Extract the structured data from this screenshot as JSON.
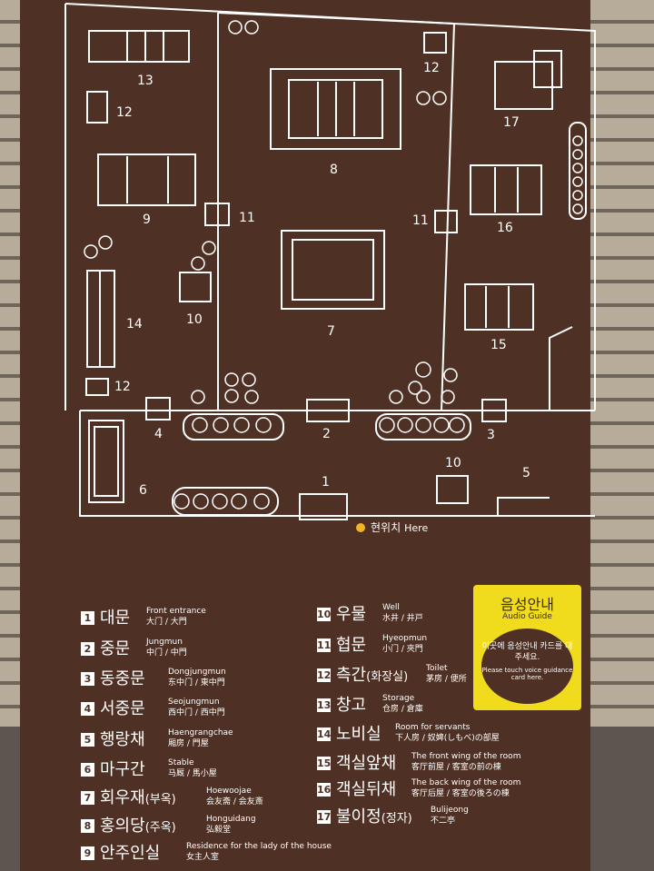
{
  "map": {
    "numbers": [
      "1",
      "2",
      "3",
      "4",
      "5",
      "6",
      "7",
      "8",
      "9",
      "10",
      "11",
      "11",
      "12",
      "12",
      "12",
      "13",
      "14",
      "15",
      "16",
      "17",
      "10"
    ],
    "here": {
      "ko": "현위치",
      "en": "Here",
      "color": "#f3b322"
    }
  },
  "legend": [
    {
      "num": "1",
      "ko": "대문",
      "paren": "",
      "en": "Front entrance",
      "cn": "大门 / 大門"
    },
    {
      "num": "2",
      "ko": "중문",
      "paren": "",
      "en": "Jungmun",
      "cn": "中门 / 中門"
    },
    {
      "num": "3",
      "ko": "동중문",
      "paren": "",
      "en": "Dongjungmun",
      "cn": "东中门 / 東中門"
    },
    {
      "num": "4",
      "ko": "서중문",
      "paren": "",
      "en": "Seojungmun",
      "cn": "西中门 / 西中門"
    },
    {
      "num": "5",
      "ko": "행랑채",
      "paren": "",
      "en": "Haengrangchae",
      "cn": "厢房 / 門屋"
    },
    {
      "num": "6",
      "ko": "마구간",
      "paren": "",
      "en": "Stable",
      "cn": "马厩 / 馬小屋"
    },
    {
      "num": "7",
      "ko": "회우재",
      "paren": "(부옥)",
      "en": "Hoewoojae",
      "cn": "会友斋 / 会友斎"
    },
    {
      "num": "8",
      "ko": "홍의당",
      "paren": "(주옥)",
      "en": "Honguidang",
      "cn": "弘毅堂"
    },
    {
      "num": "9",
      "ko": "안주인실",
      "paren": "",
      "en": "Residence for the lady of the house",
      "cn": "女主人室"
    },
    {
      "num": "10",
      "ko": "우물",
      "paren": "",
      "en": "Well",
      "cn": "水井 / 井戸"
    },
    {
      "num": "11",
      "ko": "협문",
      "paren": "",
      "en": "Hyeopmun",
      "cn": "小门 / 夾門"
    },
    {
      "num": "12",
      "ko": "측간",
      "paren": "(화장실)",
      "en": "Toilet",
      "cn": "茅房 / 便所"
    },
    {
      "num": "13",
      "ko": "창고",
      "paren": "",
      "en": "Storage",
      "cn": "仓房 / 倉庫"
    },
    {
      "num": "14",
      "ko": "노비실",
      "paren": "",
      "en": "Room for servants",
      "cn": "下人房 / 奴婢(しもべ)の部屋"
    },
    {
      "num": "15",
      "ko": "객실앞채",
      "paren": "",
      "en": "The front wing of the room",
      "cn": "客厅前屋 / 客室の前の棟"
    },
    {
      "num": "16",
      "ko": "객실뒤채",
      "paren": "",
      "en": "The back wing of the room",
      "cn": "客厅后屋 / 客室の後ろの棟"
    },
    {
      "num": "17",
      "ko": "불이정",
      "paren": "(정자)",
      "en": "Bulijeong",
      "cn": "不二亭"
    }
  ],
  "audio_guide": {
    "title_ko": "음성안내",
    "title_en": "Audio Guide",
    "instruction_ko": "이곳에 음성안내 카드를 대 주세요.",
    "instruction_en": "Please touch voice guidance card here.",
    "color": "#f0dc1c"
  }
}
